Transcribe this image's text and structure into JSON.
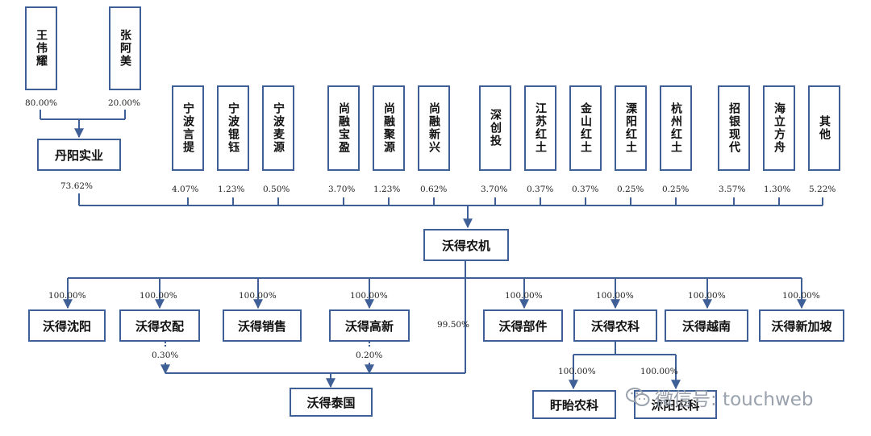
{
  "top_shareholders": [
    {
      "name": "王伟耀",
      "pct": "80.00%"
    },
    {
      "name": "张阿美",
      "pct": "20.00%"
    }
  ],
  "danyang": {
    "name": "丹阳实业",
    "pct": "73.62%"
  },
  "shareholders": [
    {
      "name": "宁波言提",
      "pct": "4.07%"
    },
    {
      "name": "宁波锟钰",
      "pct": "1.23%"
    },
    {
      "name": "宁波麦源",
      "pct": "0.50%"
    },
    {
      "name": "尚融宝盈",
      "pct": "3.70%"
    },
    {
      "name": "尚融聚源",
      "pct": "1.23%"
    },
    {
      "name": "尚融新兴",
      "pct": "0.62%"
    },
    {
      "name": "深创投",
      "pct": "3.70%"
    },
    {
      "name": "江苏红土",
      "pct": "0.37%"
    },
    {
      "name": "金山红土",
      "pct": "0.37%"
    },
    {
      "name": "溧阳红土",
      "pct": "0.25%"
    },
    {
      "name": "杭州红土",
      "pct": "0.25%"
    },
    {
      "name": "招银现代",
      "pct": "3.57%"
    },
    {
      "name": "海立方舟",
      "pct": "1.30%"
    },
    {
      "name": "其他",
      "pct": "5.22%"
    }
  ],
  "center": {
    "name": "沃得农机"
  },
  "subsidiaries": [
    {
      "name": "沃得沈阳",
      "pct": "100.00%"
    },
    {
      "name": "沃得农配",
      "pct": "100.00%"
    },
    {
      "name": "沃得销售",
      "pct": "100.00%"
    },
    {
      "name": "沃得高新",
      "pct": "100.00%"
    },
    {
      "name": "沃得部件",
      "pct": "100.00%"
    },
    {
      "name": "沃得农科",
      "pct": "100.00%"
    },
    {
      "name": "沃得越南",
      "pct": "100.00%"
    },
    {
      "name": "沃得新加坡",
      "pct": "100.00%"
    }
  ],
  "thailand": {
    "name": "沃得泰国",
    "direct_pct": "99.50%",
    "from_peipei_pct": "0.30%",
    "from_gaoxin_pct": "0.20%"
  },
  "nongke_children": [
    {
      "name": "盱眙农科",
      "pct": "100.00%"
    },
    {
      "name": "沭阳农科",
      "pct": "100.00%"
    }
  ],
  "watermark": {
    "text": "微信号: touchweb"
  },
  "colors": {
    "border": "#3f5f97",
    "line": "#3f5f97",
    "watermark": "#9aa2ad"
  }
}
